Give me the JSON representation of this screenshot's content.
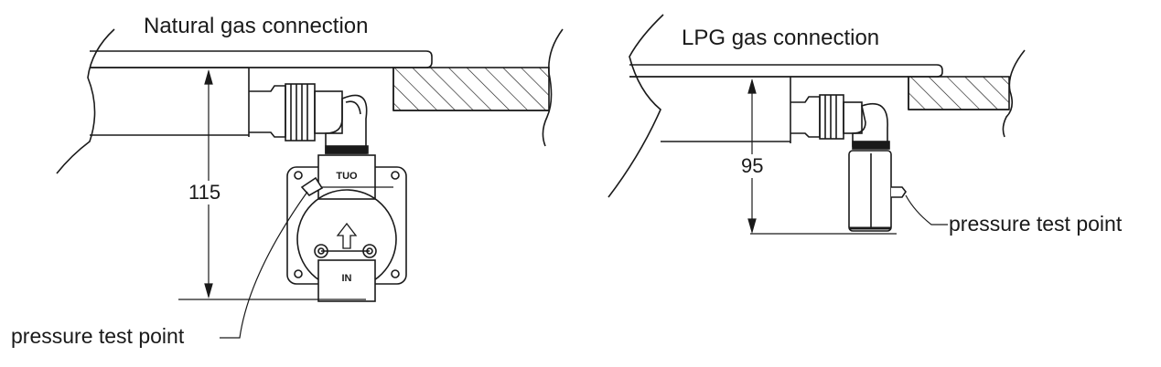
{
  "natural": {
    "title": "Natural gas connection",
    "dimension": "115",
    "pressure_label": "pressure test point",
    "valve_out": "TUO",
    "valve_in": "IN"
  },
  "lpg": {
    "title": "LPG gas connection",
    "dimension": "95",
    "pressure_label": "pressure test point"
  },
  "colors": {
    "line": "#1a1a1a",
    "background": "#ffffff"
  }
}
